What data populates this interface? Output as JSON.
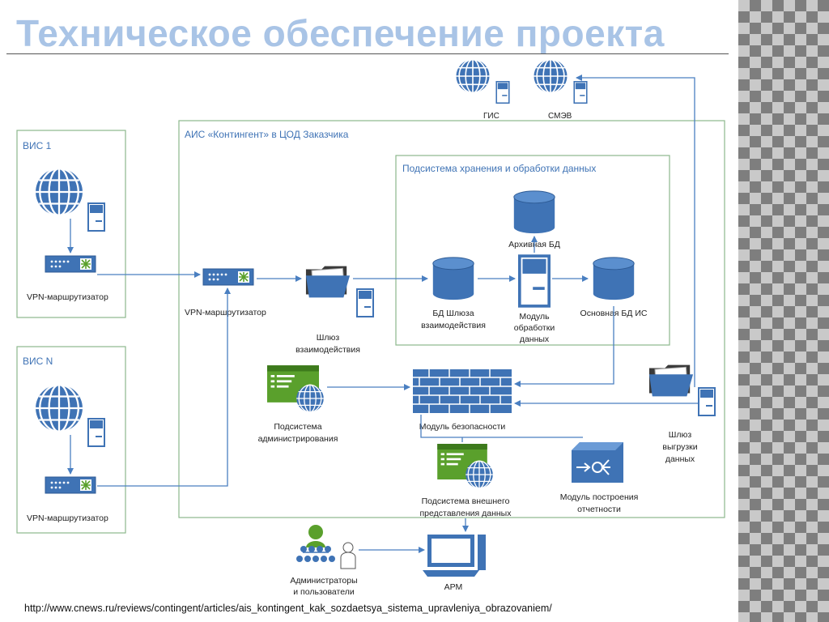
{
  "title": "Техническое обеспечение проекта",
  "source_url": "http://www.cnews.ru/reviews/contingent/articles/ais_kontingent_kak_sozdaetsya_sistema_upravleniya_obrazovaniem/",
  "external": {
    "gis": "ГИС",
    "smev": "СМЭВ"
  },
  "vis1": {
    "title": "ВИС 1",
    "router": "VPN-маршрутизатор"
  },
  "visn": {
    "title": "ВИС N",
    "router": "VPN-маршрутизатор"
  },
  "ais": {
    "title": "АИС «Контингент» в ЦОД Заказчика",
    "router": "VPN-маршрутизатор",
    "gateway": [
      "Шлюз",
      "взаимодействия"
    ],
    "admin": [
      "Подсистема",
      "администрирования"
    ],
    "security": "Модуль безопасности",
    "external_repr": [
      "Подсистема внешнего",
      "представления данных"
    ],
    "reporting": [
      "Модуль построения",
      "отчетности"
    ],
    "export_gateway": [
      "Шлюз",
      "выгрузки",
      "данных"
    ]
  },
  "storage": {
    "title": "Подсистема хранения и обработки данных",
    "archive": "Архивная БД",
    "gateway_db": [
      "БД Шлюза",
      "взаимодействия"
    ],
    "processing": [
      "Модуль",
      "обработки",
      "данных"
    ],
    "main_db": "Основная БД ИС"
  },
  "users": {
    "label": [
      "Администраторы",
      "и пользователи"
    ],
    "arm": "АРМ"
  },
  "colors": {
    "accent": "#4a7fc1",
    "frame": "#8db88d",
    "green": "#5aa02c",
    "title": "#a9c4e6"
  }
}
